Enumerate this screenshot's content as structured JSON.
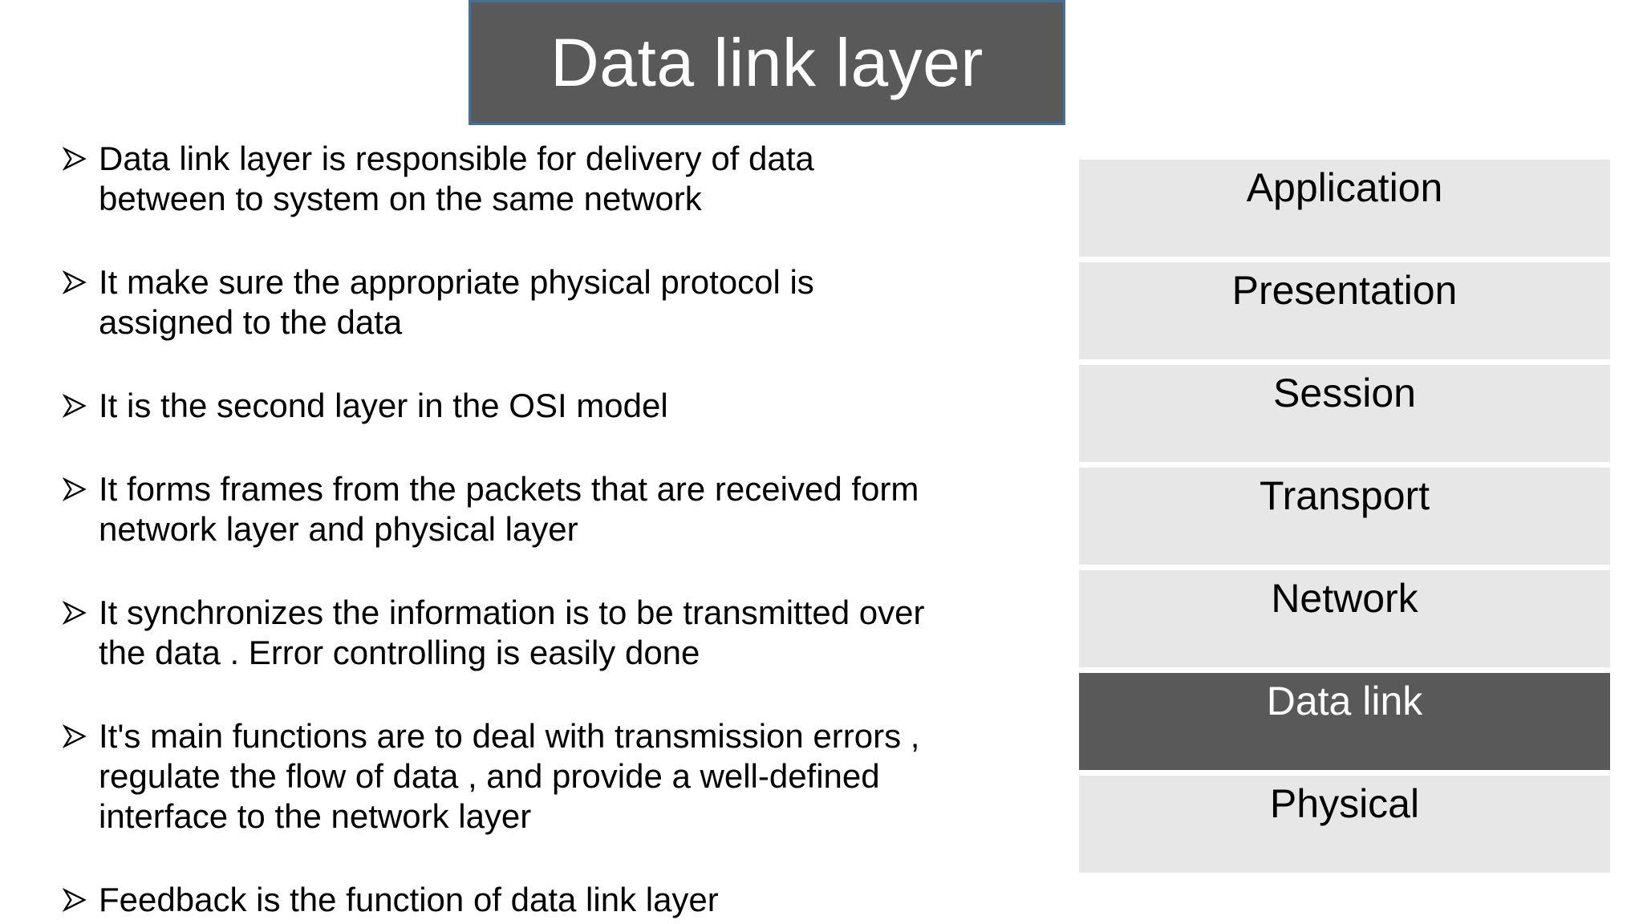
{
  "title": "Data link layer",
  "bullets": [
    "Data link layer is responsible for delivery of data\nbetween to system on the same network",
    "It make sure the appropriate physical protocol is\nassigned to the data",
    "It is the second layer in the OSI model",
    "It forms frames from the packets that are received form\nnetwork layer and physical layer",
    "It synchronizes the information is to be transmitted over\nthe data . Error controlling is easily done",
    "It's main functions are to deal with transmission errors ,\nregulate the flow of data , and provide a well-defined\ninterface to the network layer",
    "Feedback is the function of data link layer"
  ],
  "osi_stack": {
    "layers": [
      {
        "label": "Application",
        "highlighted": false
      },
      {
        "label": "Presentation",
        "highlighted": false
      },
      {
        "label": "Session",
        "highlighted": false
      },
      {
        "label": "Transport",
        "highlighted": false
      },
      {
        "label": "Network",
        "highlighted": false
      },
      {
        "label": "Data link",
        "highlighted": true
      },
      {
        "label": "Physical",
        "highlighted": false
      }
    ]
  },
  "colors": {
    "title_bg": "#595959",
    "title_border": "#41719C",
    "title_text": "#FFFFFF",
    "body_text": "#000000",
    "layer_bg": "#E7E7E7",
    "highlight_bg": "#595959",
    "highlight_text": "#FFFFFF"
  }
}
